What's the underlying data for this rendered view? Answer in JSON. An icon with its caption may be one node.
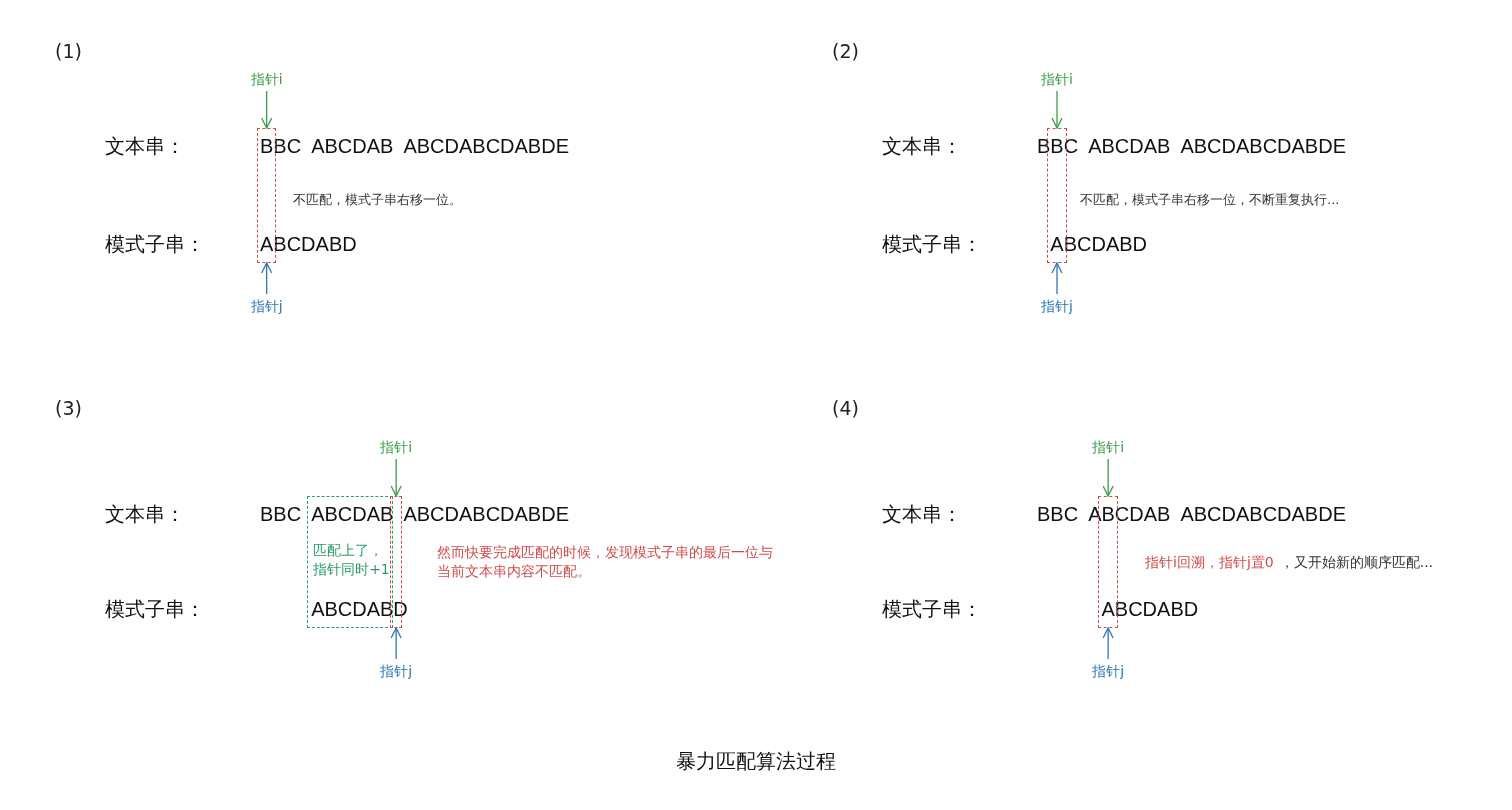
{
  "diagram": {
    "caption": "暴力匹配算法过程",
    "nodes": [
      {
        "text": [
          "指针i"
        ]
      },
      {
        "text": [],
        "shape": "box"
      },
      {
        "text": [
          "指针j"
        ]
      },
      {
        "text": [
          "指针i"
        ]
      },
      {
        "text": [],
        "shape": "box"
      },
      {
        "text": [
          "指针j"
        ]
      },
      {
        "text": [
          "指针i"
        ]
      },
      {
        "text": [
          "匹配上了，指针同时+1"
        ]
      },
      {
        "text": [],
        "shape": "box"
      },
      {
        "text": [
          "指针j"
        ]
      },
      {
        "text": [
          "指针i"
        ]
      },
      {
        "text": [],
        "shape": "box"
      },
      {
        "text": [
          "指针j"
        ]
      }
    ],
    "edges": [
      {
        "from": 0,
        "to": 1,
        "arrow": "to",
        "color": "#3d9a4c"
      },
      {
        "from": 2,
        "to": 1,
        "arrow": "to",
        "color": "#2e75b6"
      },
      {
        "from": 3,
        "to": 4,
        "arrow": "to",
        "color": "#3d9a4c"
      },
      {
        "from": 5,
        "to": 4,
        "arrow": "to",
        "color": "#2e75b6"
      },
      {
        "from": 6,
        "to": 8,
        "arrow": "to",
        "color": "#3d9a4c"
      },
      {
        "from": 9,
        "to": 8,
        "arrow": "to",
        "color": "#2e75b6"
      },
      {
        "from": 10,
        "to": 11,
        "arrow": "to",
        "color": "#3d9a4c"
      },
      {
        "from": 12,
        "to": 11,
        "arrow": "to",
        "color": "#2e75b6"
      }
    ],
    "labels": [
      "(1)",
      "文本串：",
      "BBC  ABCDAB  ABCDABCDABDE",
      "不匹配，模式子串右移一位。",
      "模式子串：",
      "ABCDABD",
      "(2)",
      "文本串：",
      "BBC  ABCDAB  ABCDABCDABDE",
      "不匹配，模式子串右移一位，不断重复执行...",
      "模式子串：",
      "ABCDABD",
      "(3)",
      "文本串：",
      "BBC  ABCDAB  ABCDABCDABDE",
      "然而快要完成匹配的时候，发现模式子串的最后一位与当前文本串内容不匹配。",
      "模式子串：",
      "ABCDABD",
      "(4)",
      "文本串：",
      "BBC  ABCDAB  ABCDABCDABDE",
      "指针i回溯，指针j置0",
      "，又开始新的顺序匹配...",
      "模式子串：",
      "ABCDABD"
    ]
  }
}
